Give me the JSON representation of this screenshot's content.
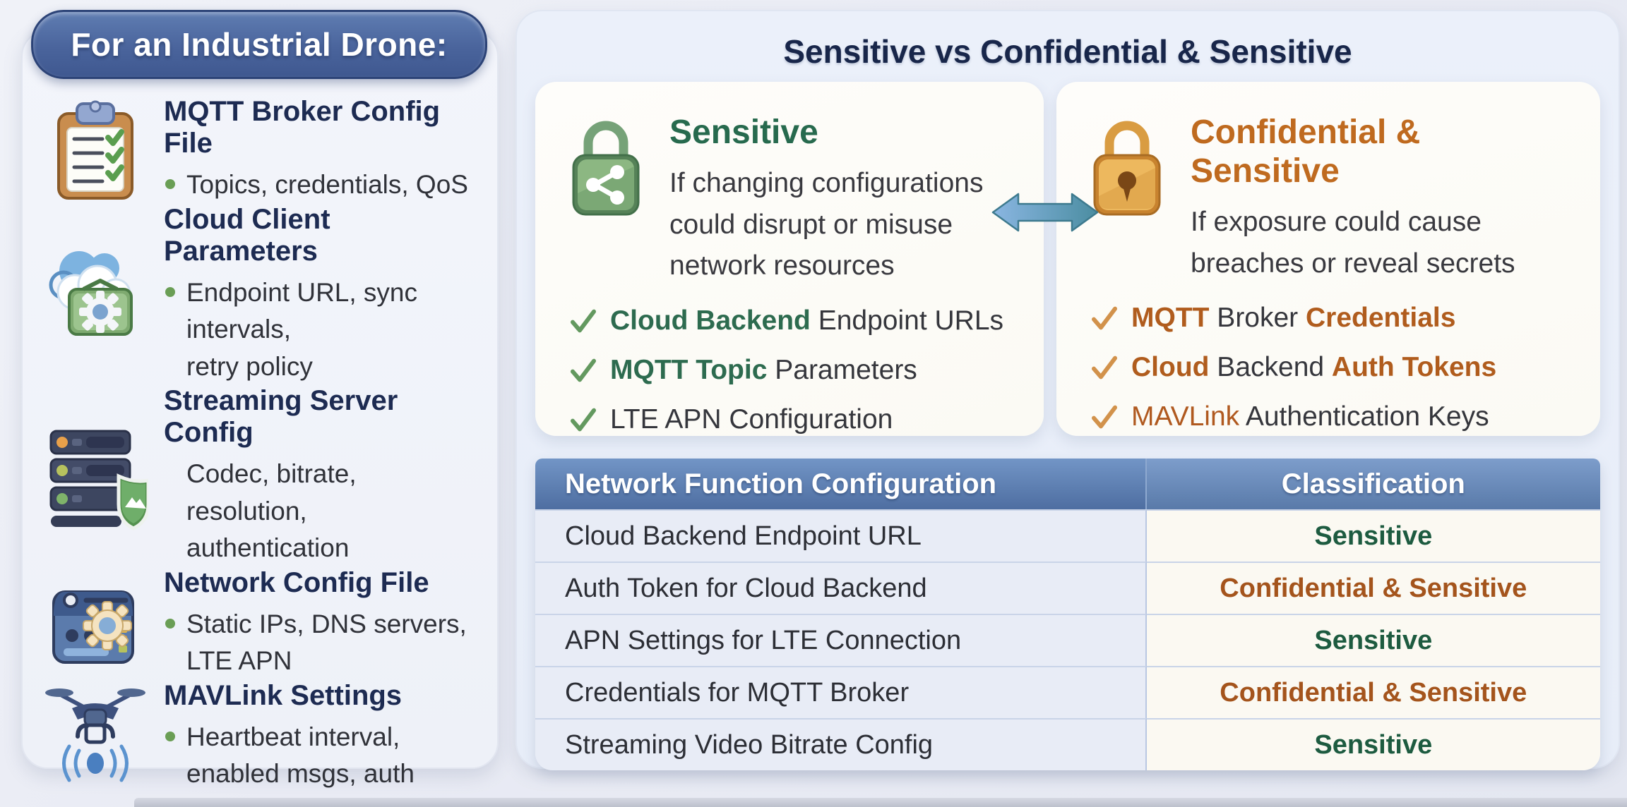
{
  "left_panel": {
    "header": "For an Industrial Drone:",
    "items": [
      {
        "icon": "clipboard-checklist-icon",
        "title": "MQTT Broker Config File",
        "bullet": "Topics, credentials, QoS",
        "has_bullet_dot": true
      },
      {
        "icon": "cloud-gear-icon",
        "title": "Cloud Client Parameters",
        "bullet": "Endpoint URL, sync intervals,\nretry policy",
        "has_bullet_dot": true
      },
      {
        "icon": "server-shield-icon",
        "title": "Streaming Server Config",
        "bullet": "Codec, bitrate, resolution,\nauthentication",
        "has_bullet_dot": false
      },
      {
        "icon": "router-gear-icon",
        "title": "Network Config File",
        "bullet": "Static IPs, DNS servers,\nLTE APN",
        "has_bullet_dot": true
      },
      {
        "icon": "drone-signal-icon",
        "title": "MAVLink Settings",
        "bullet": "Heartbeat interval,\nenabled msgs, auth",
        "has_bullet_dot": true
      }
    ]
  },
  "right_panel": {
    "title": "Sensitive vs Confidential & Sensitive",
    "cards": [
      {
        "title": "Sensitive",
        "icon": "green-padlock-share-icon",
        "description": "If changing configurations could disrupt or misuse network resources",
        "accent_color": "#276a4e",
        "items": [
          {
            "segments": [
              {
                "text": "Cloud Backend"
              },
              {
                "text": " Endpoint URLs"
              }
            ]
          },
          {
            "segments": [
              {
                "text": "MQTT Topic"
              },
              {
                "text": " Parameters"
              }
            ]
          },
          {
            "segments": [
              {
                "text": "LTE APN Configuration"
              }
            ]
          }
        ]
      },
      {
        "title": "Confidential & Sensitive",
        "icon": "orange-padlock-icon",
        "description": "If exposure could cause breaches or reveal secrets",
        "accent_color": "#bf6a1f",
        "items": [
          {
            "segments": [
              {
                "text": "MQTT"
              },
              {
                "text": " Broker "
              },
              {
                "text": "Credentials"
              }
            ]
          },
          {
            "segments": [
              {
                "text": "Cloud"
              },
              {
                "text": " Backend "
              },
              {
                "text": "Auth Tokens"
              }
            ]
          },
          {
            "segments": [
              {
                "text": "MAVLink"
              },
              {
                "text": " Authentication Keys"
              }
            ]
          }
        ]
      }
    ],
    "arrow_icon": "double-arrow-icon",
    "table": {
      "headers": [
        "Network Function Configuration",
        "Classification"
      ],
      "rows": [
        {
          "config": "Cloud Backend Endpoint URL",
          "classification": "Sensitive",
          "tone": "tone-green"
        },
        {
          "config": "Auth Token for Cloud Backend",
          "classification": "Confidential & Sensitive",
          "tone": "tone-orange"
        },
        {
          "config": "APN Settings for LTE Connection",
          "classification": "Sensitive",
          "tone": "tone-green"
        },
        {
          "config": "Credentials for MQTT Broker",
          "classification": "Confidential & Sensitive",
          "tone": "tone-orange"
        },
        {
          "config": "Streaming Video Bitrate Config",
          "classification": "Sensitive",
          "tone": "tone-green"
        }
      ]
    }
  },
  "colors": {
    "header_pill_blue": "#4a649c",
    "sensitive_green": "#276a4e",
    "confidential_orange": "#bf6a1f",
    "table_header_blue": "#5f7fb0",
    "check_green": "#63995f",
    "check_orange": "#d2924b"
  }
}
